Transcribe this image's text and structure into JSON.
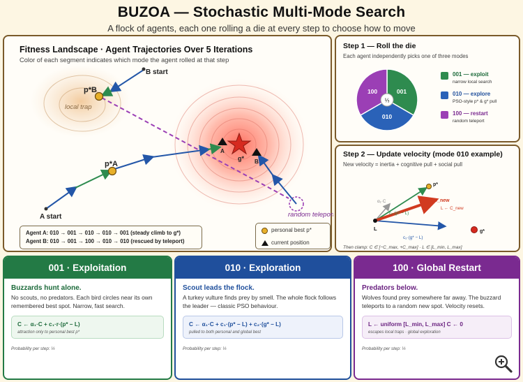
{
  "header": {
    "title": "BUZOA — Stochastic Multi-Mode Search",
    "subtitle": "A flock of agents, each one rolling a die at every step to choose how to move"
  },
  "landscape": {
    "title": "Fitness Landscape · Agent Trajectories Over 5 Iterations",
    "subtitle": "Color of each segment indicates which mode the agent rolled at that step",
    "labels": {
      "b_start": "B start",
      "a_start": "A start",
      "pb_b": "p*B",
      "pb_a": "p*A",
      "local_trap": "local trap",
      "g_star": "g*",
      "a_marker": "A",
      "b_marker": "B",
      "random_teleport": "random teleport"
    },
    "agent_a": "Agent A: 010 → 001 → 010 → 010 → 001 (steady climb to g*)",
    "agent_b": "Agent B: 010 → 001 → 100 → 010 → 010 (rescued by teleport)",
    "legend": {
      "personal_best": "personal best p*",
      "current_position": "current position"
    }
  },
  "step1": {
    "title": "Step 1 — Roll the die",
    "subtitle": "Each agent independently picks one of three modes",
    "center_label": "⅓",
    "slices": [
      {
        "code": "001",
        "color": "#2e8b4f",
        "share": 0.3333
      },
      {
        "code": "010",
        "color": "#2a62b8",
        "share": 0.3333
      },
      {
        "code": "100",
        "color": "#9b3fb5",
        "share": 0.3333
      }
    ],
    "legend": [
      {
        "title": "001 — exploit",
        "desc": "narrow local search",
        "color": "#2e8b4f"
      },
      {
        "title": "010 — explore",
        "desc": "PSO-style p* & g* pull",
        "color": "#2a62b8"
      },
      {
        "title": "100 — restart",
        "desc": "random teleport",
        "color": "#9b3fb5"
      }
    ]
  },
  "step2": {
    "title": "Step 2 — Update velocity (mode 010 example)",
    "subtitle": "New velocity = inertia + cognitive pull + social pull",
    "labels": {
      "p_star": "p*",
      "alpha_c": "α₁·C",
      "c1_term": "c₁·(p* − L)",
      "c_new": "C_new",
      "l_new": "L ← C_new",
      "c2_term": "c₂·(g* − L)",
      "l": "L",
      "g_star": "g*"
    },
    "clamp": "Then clamp: C ∈ [−C_max, +C_max] · L ∈ [L_min, L_max]"
  },
  "cards": [
    {
      "header": "001 · Exploitation",
      "heading": "Buzzards hunt alone.",
      "text": "No scouts, no predators. Each bird circles near its own remembered best spot. Narrow, fast search.",
      "formula": "C ← α₁·C + c₁·r·(p* − L)",
      "note": "attraction only to personal best p*",
      "prob": "Probability per step: ⅓"
    },
    {
      "header": "010 · Exploration",
      "heading": "Scout leads the flock.",
      "text": "A turkey vulture finds prey by smell. The whole flock follows the leader — classic PSO behaviour.",
      "formula": "C ← α₁·C + c₁·(p* − L) + c₂·(g* − L)",
      "note": "pulled to both personal and global best",
      "prob": "Probability per step: ⅓"
    },
    {
      "header": "100 · Global Restart",
      "heading": "Predators below.",
      "text": "Wolves found prey somewhere far away. The buzzard teleports to a random new spot. Velocity resets.",
      "formula": "L ← uniform [L_min, L_max]   C ← 0",
      "note": "escapes local traps · global exploration",
      "prob": "Probability per step: ⅓"
    }
  ],
  "icons": {
    "zoom": "zoom-in-icon"
  }
}
